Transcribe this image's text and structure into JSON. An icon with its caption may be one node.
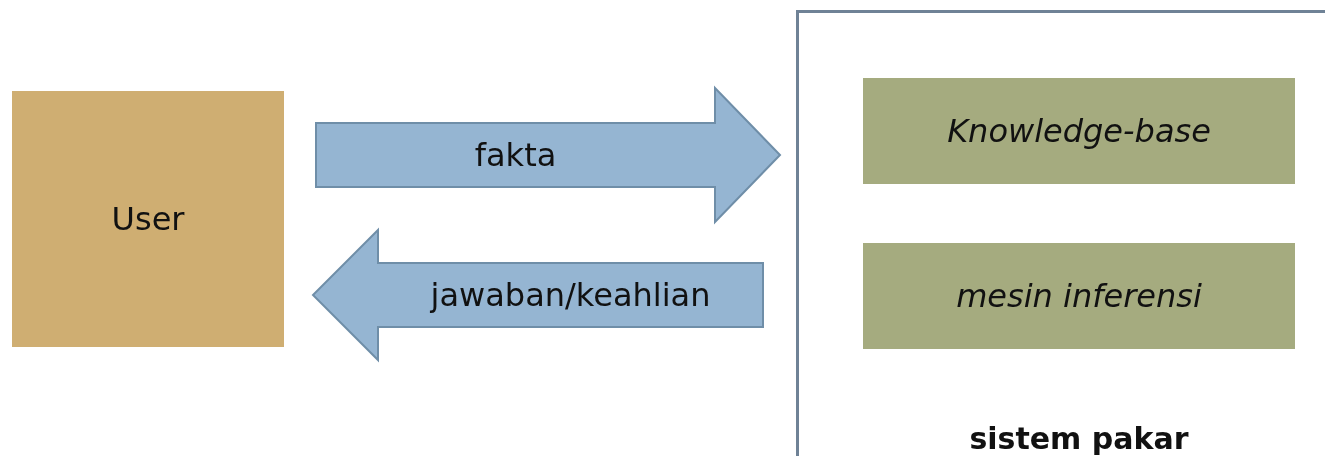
{
  "diagram": {
    "nodes": [
      {
        "text": [
          "User"
        ]
      },
      {
        "text": [
          "sistem pakar"
        ]
      },
      {
        "text": [
          "Knowledge-base"
        ],
        "in": 1
      },
      {
        "text": [
          "mesin inferensi"
        ],
        "in": 1
      }
    ],
    "edges": [
      {
        "from": 0,
        "to": 1,
        "arrow": "to",
        "label": "fakta"
      },
      {
        "from": 1,
        "to": 0,
        "arrow": "to",
        "label": "jawaban/keahlian"
      }
    ]
  }
}
